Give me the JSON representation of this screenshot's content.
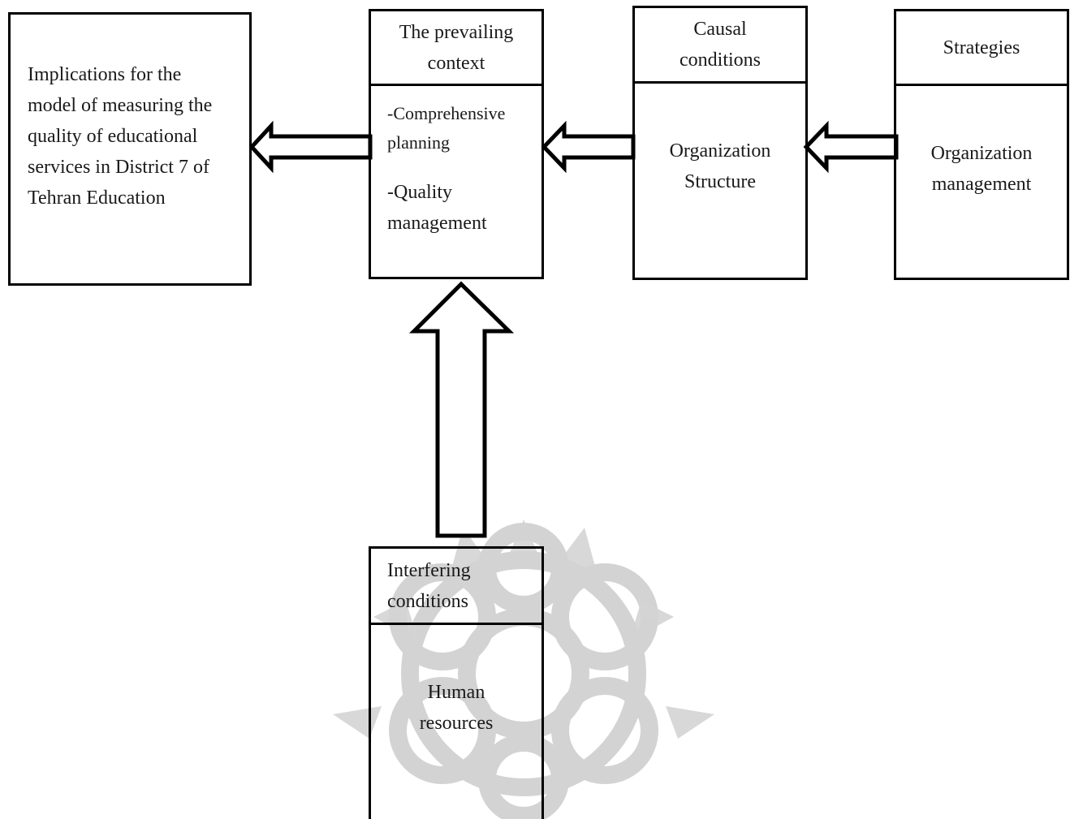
{
  "diagram": {
    "implications_box": {
      "text_lines": [
        "Implications for the",
        "model of measuring the",
        "quality of educational",
        "services in District 7 of",
        "Tehran Education"
      ]
    },
    "context_box": {
      "header_lines": [
        "The prevailing",
        "context"
      ],
      "item1_lines": [
        "-Comprehensive",
        "planning"
      ],
      "item2_lines": [
        "-Quality",
        "management"
      ]
    },
    "causal_box": {
      "header_lines": [
        "Causal",
        "conditions"
      ],
      "body_lines": [
        "Organization",
        "Structure"
      ]
    },
    "strategies_box": {
      "header_lines": [
        "Strategies"
      ],
      "body_lines": [
        "Organization",
        "management"
      ]
    },
    "interfering_box": {
      "header_lines": [
        "Interfering",
        "conditions"
      ],
      "body_lines": [
        "Human",
        "resources"
      ]
    }
  }
}
